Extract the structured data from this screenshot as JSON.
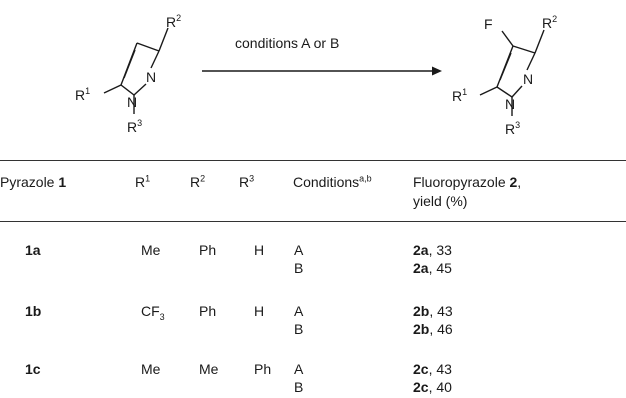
{
  "scheme": {
    "arrow_label": "conditions A or B",
    "start_labels": {
      "r1": "R",
      "r1_sup": "1",
      "r2": "R",
      "r2_sup": "2",
      "r3": "R",
      "r3_sup": "3",
      "n_ring": "N",
      "n_sub": "N"
    },
    "product_labels": {
      "f": "F",
      "r1": "R",
      "r1_sup": "1",
      "r2": "R",
      "r2_sup": "2",
      "r3": "R",
      "r3_sup": "3",
      "n_ring": "N",
      "n_sub": "N"
    }
  },
  "table": {
    "headers": {
      "pyrazole": "Pyrazole",
      "pyrazole_num": "1",
      "r1": "R",
      "r1_sup": "1",
      "r2": "R",
      "r2_sup": "2",
      "r3": "R",
      "r3_sup": "3",
      "conditions": "Conditions",
      "conditions_sup": "a,b",
      "product_line1": "Fluoropyrazole",
      "product_num": "2",
      "product_comma": ",",
      "product_line2": "yield (%)"
    },
    "rows": [
      {
        "pyrazole": "1a",
        "r1": "Me",
        "r1_sub": "",
        "r2": "Ph",
        "r3": "H",
        "cond_a": "A",
        "cond_b": "B",
        "prod_a": "2a",
        "yield_a": ", 33",
        "prod_b": "2a",
        "yield_b": ", 45"
      },
      {
        "pyrazole": "1b",
        "r1": "CF",
        "r1_sub": "3",
        "r2": "Ph",
        "r3": "H",
        "cond_a": "A",
        "cond_b": "B",
        "prod_a": "2b",
        "yield_a": ", 43",
        "prod_b": "2b",
        "yield_b": ", 46"
      },
      {
        "pyrazole": "1c",
        "r1": "Me",
        "r1_sub": "",
        "r2": "Me",
        "r3": "Ph",
        "cond_a": "A",
        "cond_b": "B",
        "prod_a": "2c",
        "yield_a": ", 43",
        "prod_b": "2c",
        "yield_b": ", 40"
      }
    ]
  }
}
